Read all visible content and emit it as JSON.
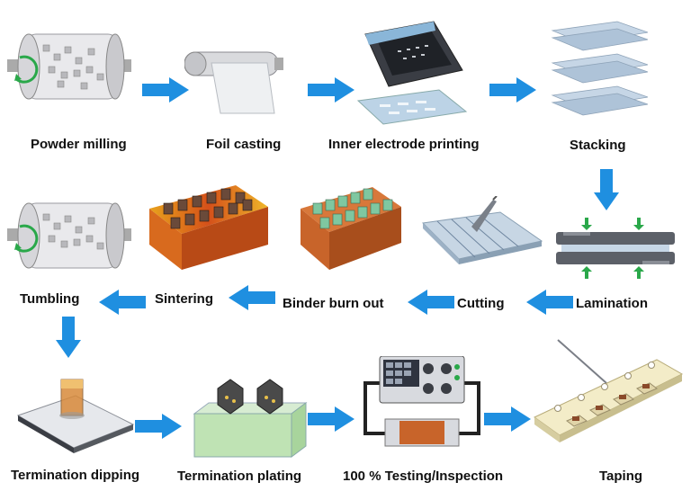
{
  "steps": {
    "powder_milling": "Powder milling",
    "foil_casting": "Foil casting",
    "inner_electrode_printing": "Inner electrode printing",
    "stacking": "Stacking",
    "lamination": "Lamination",
    "cutting": "Cutting",
    "binder_burn_out": "Binder burn out",
    "sintering": "Sintering",
    "tumbling": "Tumbling",
    "termination_dipping": "Termination dipping",
    "termination_plating": "Termination plating",
    "testing_inspection": "100 % Testing/Inspection",
    "taping": "Taping"
  },
  "colors": {
    "arrow": "#1f8fe0",
    "green_arrow": "#2aa84a",
    "ceramic_body": "#c8642a",
    "chip_green": "#7fc7a0"
  }
}
